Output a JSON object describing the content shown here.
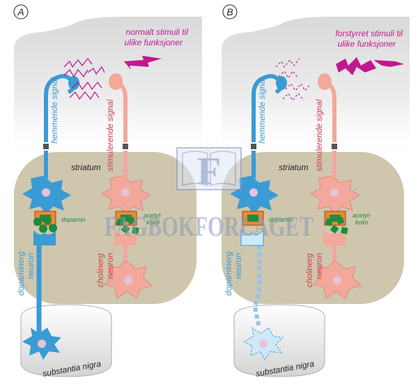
{
  "panels": {
    "a": {
      "letter": "A",
      "stimuli_line1": "normalt stimuli til",
      "stimuli_line2": "ulike funksjoner",
      "inhibit_label": "hemmende signal",
      "stimulate_label": "stimulerende signal",
      "striatum": "striatum",
      "dopamine": "dopamin",
      "acetyl_line1": "acetyl-",
      "acetyl_line2": "kolin",
      "dopaminergic_line1": "dopaminerg",
      "dopaminergic_line2": "neuron",
      "cholinergic_line1": "cholinerg",
      "cholinergic_line2": "neuron",
      "substantia": "substantia nigra"
    },
    "b": {
      "letter": "B",
      "stimuli_line1": "forstyrret stimuli til",
      "stimuli_line2": "ulike funksjoner",
      "inhibit_label": "hemmende signal",
      "stimulate_label": "stimulerende signal",
      "striatum": "striatum",
      "dopamine": "dopamin",
      "acetyl_line1": "acetyl-",
      "acetyl_line2": "kolin",
      "dopaminergic_line1": "dopaminerg",
      "dopaminergic_line2": "neuron",
      "cholinergic_line1": "cholinerg",
      "cholinergic_line2": "neuron",
      "substantia": "substantia nigra"
    }
  },
  "watermark": {
    "letter": "F",
    "text": "FAGBOKFORLAGET"
  },
  "colors": {
    "blue": "#3a9bd5",
    "blue_light": "#cfe8f7",
    "red": "#d23c4a",
    "salmon": "#f2a89b",
    "magenta": "#c2188f",
    "green": "#1e8c3a",
    "striatum_fill": "#cfc6ae",
    "gray_cloud": "#e2e2e2"
  }
}
